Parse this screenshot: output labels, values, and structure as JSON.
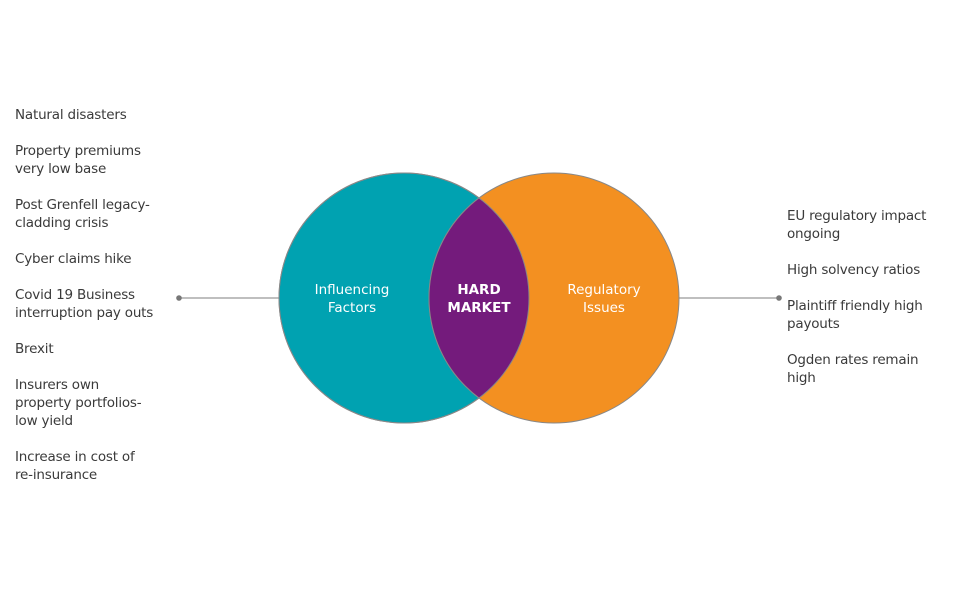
{
  "diagram": {
    "type": "venn",
    "left_circle": {
      "label_lines": [
        "Influencing",
        "Factors"
      ],
      "color": "#00A2B1"
    },
    "right_circle": {
      "label_lines": [
        "Regulatory",
        "Issues"
      ],
      "color": "#F39021"
    },
    "intersection": {
      "label_lines": [
        "HARD",
        "MARKET"
      ],
      "color": "#741B7C"
    },
    "outline_color": "#888888",
    "connector_color": "#999999"
  },
  "left_list": [
    "Natural disasters",
    "Property premiums\nvery low base",
    "Post Grenfell legacy-\ncladding crisis",
    "Cyber claims hike",
    "Covid 19 Business\ninterruption pay outs",
    "Brexit",
    "Insurers own\nproperty portfolios-\nlow yield",
    "Increase in cost of\nre-insurance"
  ],
  "right_list": [
    "EU regulatory impact\nongoing",
    "High solvency ratios",
    "Plaintiff friendly high\npayouts",
    "Ogden rates remain\nhigh"
  ]
}
